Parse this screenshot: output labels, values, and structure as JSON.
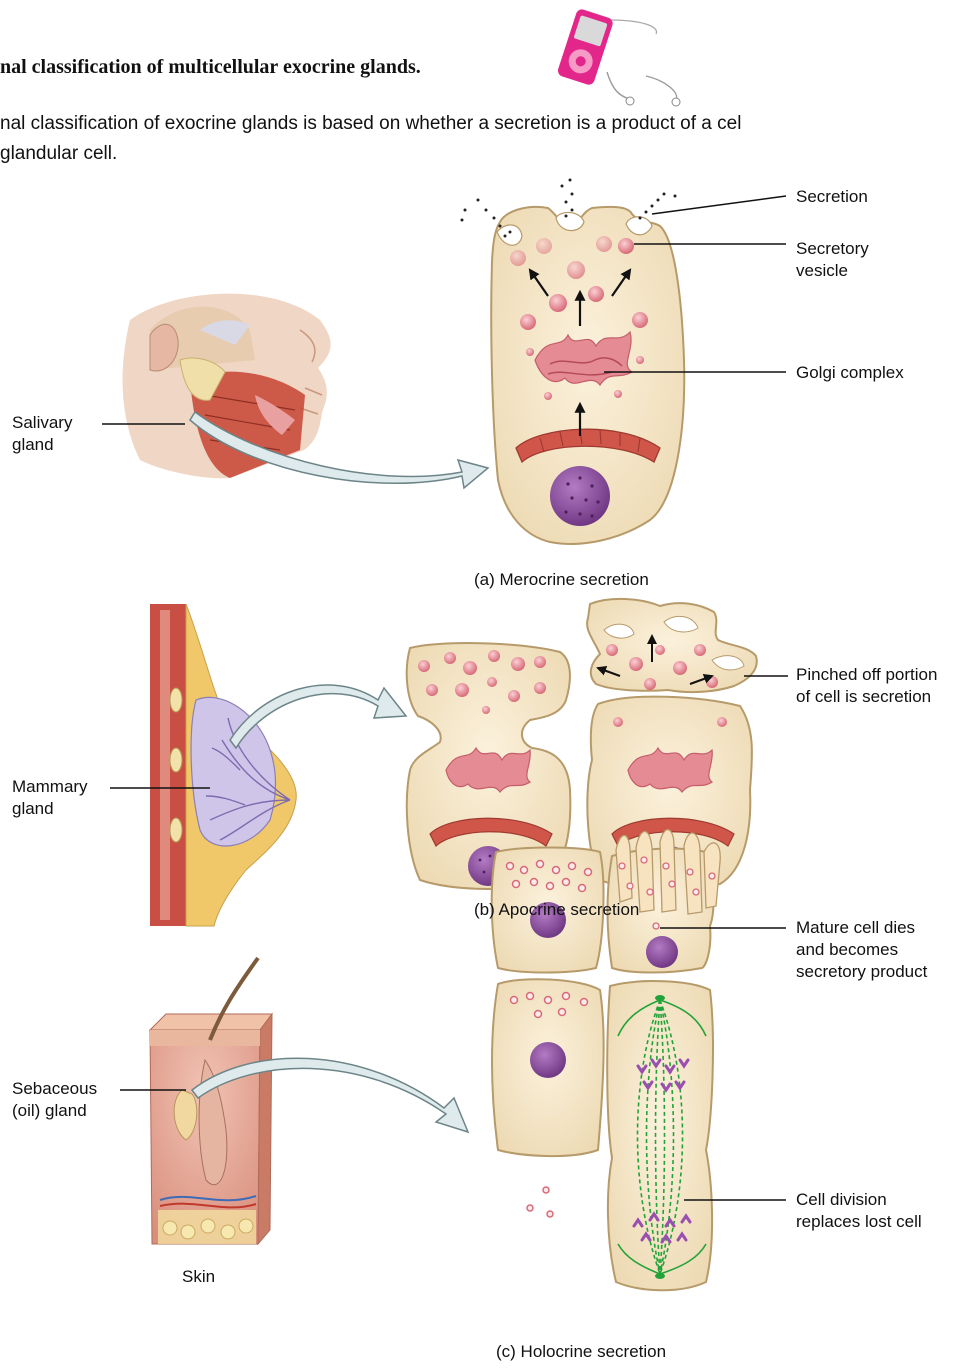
{
  "header": {
    "title": "nal classification of multicellular exocrine glands.",
    "subtitle_line1": "nal classification of exocrine glands is based on whether a secretion is a product of a cel",
    "subtitle_line2": "glandular cell."
  },
  "panel_a": {
    "caption": "(a) Merocrine secretion",
    "source_label": "Salivary\ngland",
    "labels": {
      "secretion": "Secretion",
      "vesicle": "Secretory\nvesicle",
      "golgi": "Golgi complex"
    }
  },
  "panel_b": {
    "caption": "(b) Apocrine secretion",
    "source_label": "Mammary\ngland",
    "labels": {
      "pinched": "Pinched off portion\nof cell is secretion"
    }
  },
  "panel_c": {
    "caption": "(c) Holocrine secretion",
    "source_label": "Sebaceous\n(oil) gland",
    "skin_label": "Skin",
    "labels": {
      "mature": "Mature cell dies\nand becomes\nsecretory product",
      "division": "Cell division\nreplaces lost cell"
    }
  },
  "colors": {
    "cell_fill": "#f3e4c4",
    "cell_stroke": "#b79a6a",
    "vesicle": "#e58b94",
    "golgi": "#d87c86",
    "er": "#d1564a",
    "nucleus": "#8a4b9c",
    "spindle": "#22a33a",
    "player": "#e3268a"
  }
}
